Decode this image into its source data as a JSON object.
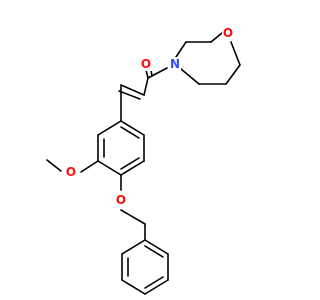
{
  "structure": {
    "atoms": [
      {
        "id": "O1",
        "element": "O",
        "label": "O",
        "color": "#ff0d0d"
      },
      {
        "id": "N1",
        "element": "N",
        "label": "N",
        "color": "#3050f8"
      },
      {
        "id": "O2",
        "element": "O",
        "label": "O",
        "color": "#ff0d0d"
      },
      {
        "id": "O3",
        "element": "O",
        "label": "O",
        "color": "#ff0d0d"
      },
      {
        "id": "O4",
        "element": "O",
        "label": "O",
        "color": "#ff0d0d"
      }
    ],
    "bond_color": "#000000"
  }
}
